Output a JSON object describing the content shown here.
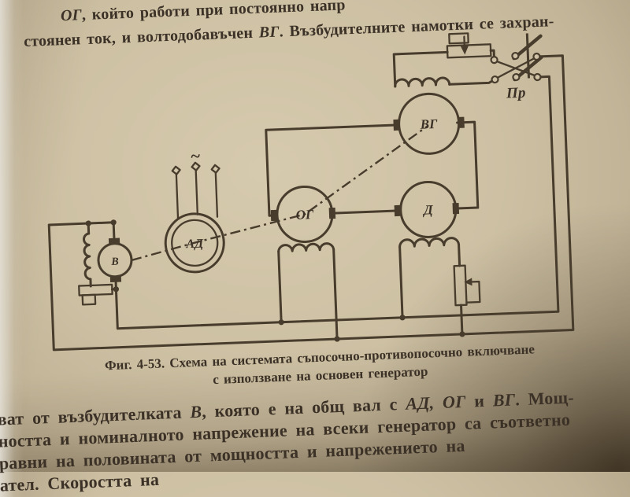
{
  "colors": {
    "ink": "#3b3126",
    "line": "#483c2d",
    "contact": "#cfc2a6",
    "paper": "#cdc0a3"
  },
  "top_paragraph": {
    "l1_em": "ОГ",
    "l1_rest": ", който работи при постоянно напр",
    "l2_a": "стоянен ток, и волтодобавъчен ",
    "l2_em": "ВГ",
    "l2_b": ". Възбудителните намотки се захран-"
  },
  "caption": {
    "line1": "Фиг. 4-53. Схема на системата съпосочно-противопосочно включване",
    "line2": "с използване на основен генератор"
  },
  "bottom_paragraph": {
    "l1_a": "ват от възбудителката ",
    "l1_em1": "В",
    "l1_b": ", която е на общ вал с ",
    "l1_em2": "АД, ОГ",
    "l1_c": " и ",
    "l1_em3": "ВГ",
    "l1_d": ". Мощ-",
    "l2": "ността и номиналното напрежение на всеки генератор са съответно",
    "l3": "равни на половината от мощността и напрежението на",
    "l4": "ател. Скоростта на"
  },
  "diagram": {
    "labels": {
      "vg": "ВГ",
      "og": "ОГ",
      "d": "Д",
      "ad": "АД",
      "v": "В",
      "pr": "Пр",
      "ac": "~"
    }
  }
}
